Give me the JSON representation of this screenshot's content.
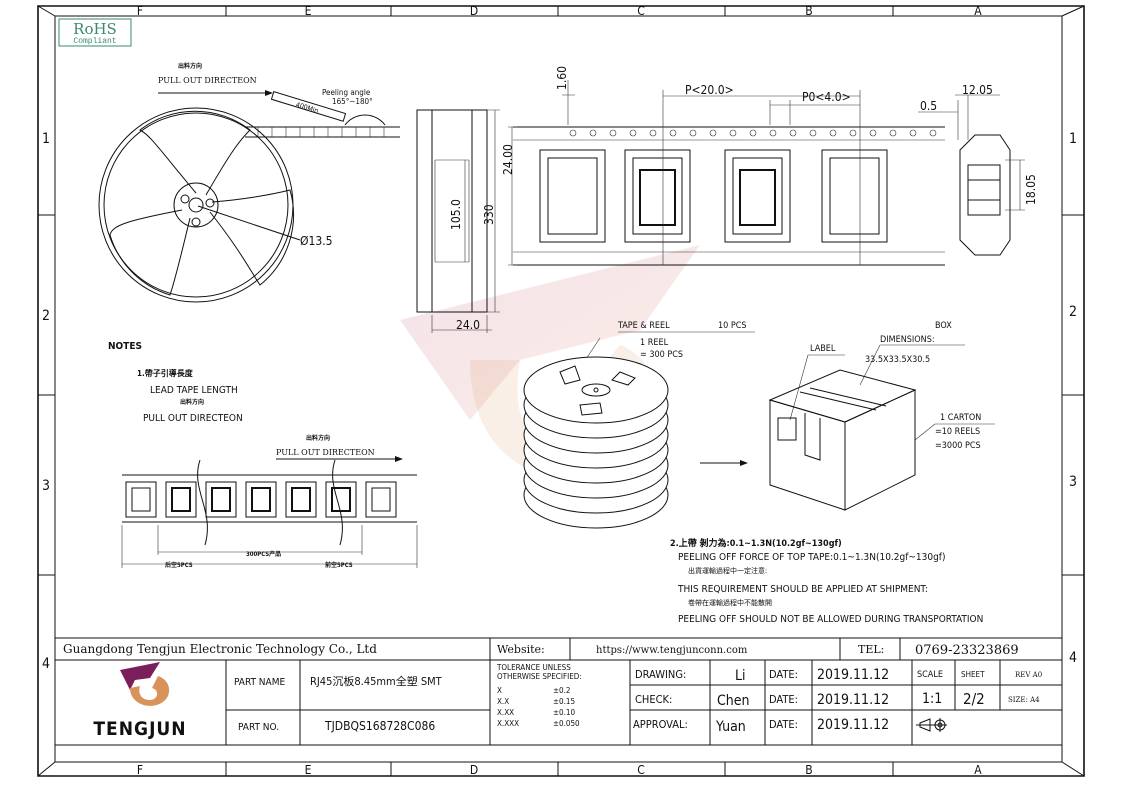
{
  "frame": {
    "columns": [
      "F",
      "E",
      "D",
      "C",
      "B",
      "A"
    ],
    "rows": [
      "1",
      "2",
      "3",
      "4"
    ]
  },
  "rohs": {
    "title": "RoHS",
    "subtitle": "Compliant"
  },
  "reel_view": {
    "pull_cn": "出料方向",
    "pull_label": "PULL OUT DIRECTEON",
    "peeling_angle": "Peeling angle",
    "peeling_range": "165°~180°",
    "lead_min": "400Min",
    "hub_dia": "Ø13.5"
  },
  "side_view": {
    "width": "24.0",
    "hub": "105.0",
    "dia": "330"
  },
  "tape_view": {
    "pitch": "P<20.0>",
    "p0": "P0<4.0>",
    "d160": "1.60",
    "width": "24.00",
    "d05": "0.5",
    "d1205": "12.05",
    "d1805": "18.05"
  },
  "packing": {
    "tape_reel": "TAPE & REEL",
    "ten_pcs": "10 PCS",
    "one_reel": "1 REEL",
    "reel_qty": "= 300 PCS",
    "label": "LABEL",
    "box": "BOX",
    "dimensions": "DIMENSIONS:",
    "box_size": "33.5X33.5X30.5",
    "carton": "1 CARTON",
    "carton_reels": "=10 REELS",
    "carton_pcs": "=3000 PCS"
  },
  "notes": {
    "heading": "NOTES",
    "n1_cn": "1.帶子引導長度",
    "n1_en": "LEAD TAPE LENGTH",
    "n1_pull_cn": "出料方向",
    "n1_pull_en": "PULL OUT DIRECTEON",
    "strip_pull_cn": "出料方向",
    "strip_pull_en": "PULL OUT DIRECTEON",
    "qty_mid": "300PCS产品",
    "qty_left": "后空5PCS",
    "qty_right": "前空5PCS",
    "n2_cn": "2.上帶 剝力為:0.1~1.3N(10.2gf~130gf)",
    "n2_en": "PEELING OFF FORCE OF TOP TAPE:0.1~1.3N(10.2gf~130gf)",
    "n2b_cn": "出貨運輸過程中一定注意:",
    "n2b_en": "THIS REQUIREMENT SHOULD BE APPLIED AT SHIPMENT:",
    "n2c_cn": "卷帶在運輸過程中不能散開",
    "n2c_en": "PEELING OFF SHOULD NOT BE ALLOWED DURING TRANSPORTATION"
  },
  "title_block": {
    "company": "Guangdong Tengjun Electronic Technology Co., Ltd",
    "website_label": "Website:",
    "website": "https://www.tengjunconn.com",
    "tel_label": "TEL:",
    "tel": "0769-23323869",
    "logo_text": "TENGJUN",
    "part_name_label": "PART NAME",
    "part_name": "RJ45沉板8.45mm全塑  SMT",
    "part_no_label": "PART NO.",
    "part_no": "TJDBQS168728C086",
    "tolerance_title1": "TOLERANCE UNLESS",
    "tolerance_title2": "OTHERWISE SPECIFIED:",
    "tolerances": [
      {
        "k": "X",
        "v": "±0.2"
      },
      {
        "k": "X.X",
        "v": "±0.15"
      },
      {
        "k": "X.XX",
        "v": "±0.10"
      },
      {
        "k": "X.XXX",
        "v": "±0.050"
      }
    ],
    "drawing_label": "DRAWING:",
    "drawing": "Li",
    "check_label": "CHECK:",
    "check": "Chen",
    "approval_label": "APPROVAL:",
    "approval": "Yuan",
    "date_label": "DATE:",
    "date1": "2019.11.12",
    "date2": "2019.11.12",
    "date3": "2019.11.12",
    "scale_label": "SCALE",
    "scale": "1:1",
    "sheet_label": "SHEET",
    "sheet": "2/2",
    "rev": "REV A0",
    "size": "SIZE: A4"
  },
  "colors": {
    "rohs": "#3a8a72",
    "logo_purple": "#7a1f5c",
    "logo_orange": "#d9935a"
  }
}
